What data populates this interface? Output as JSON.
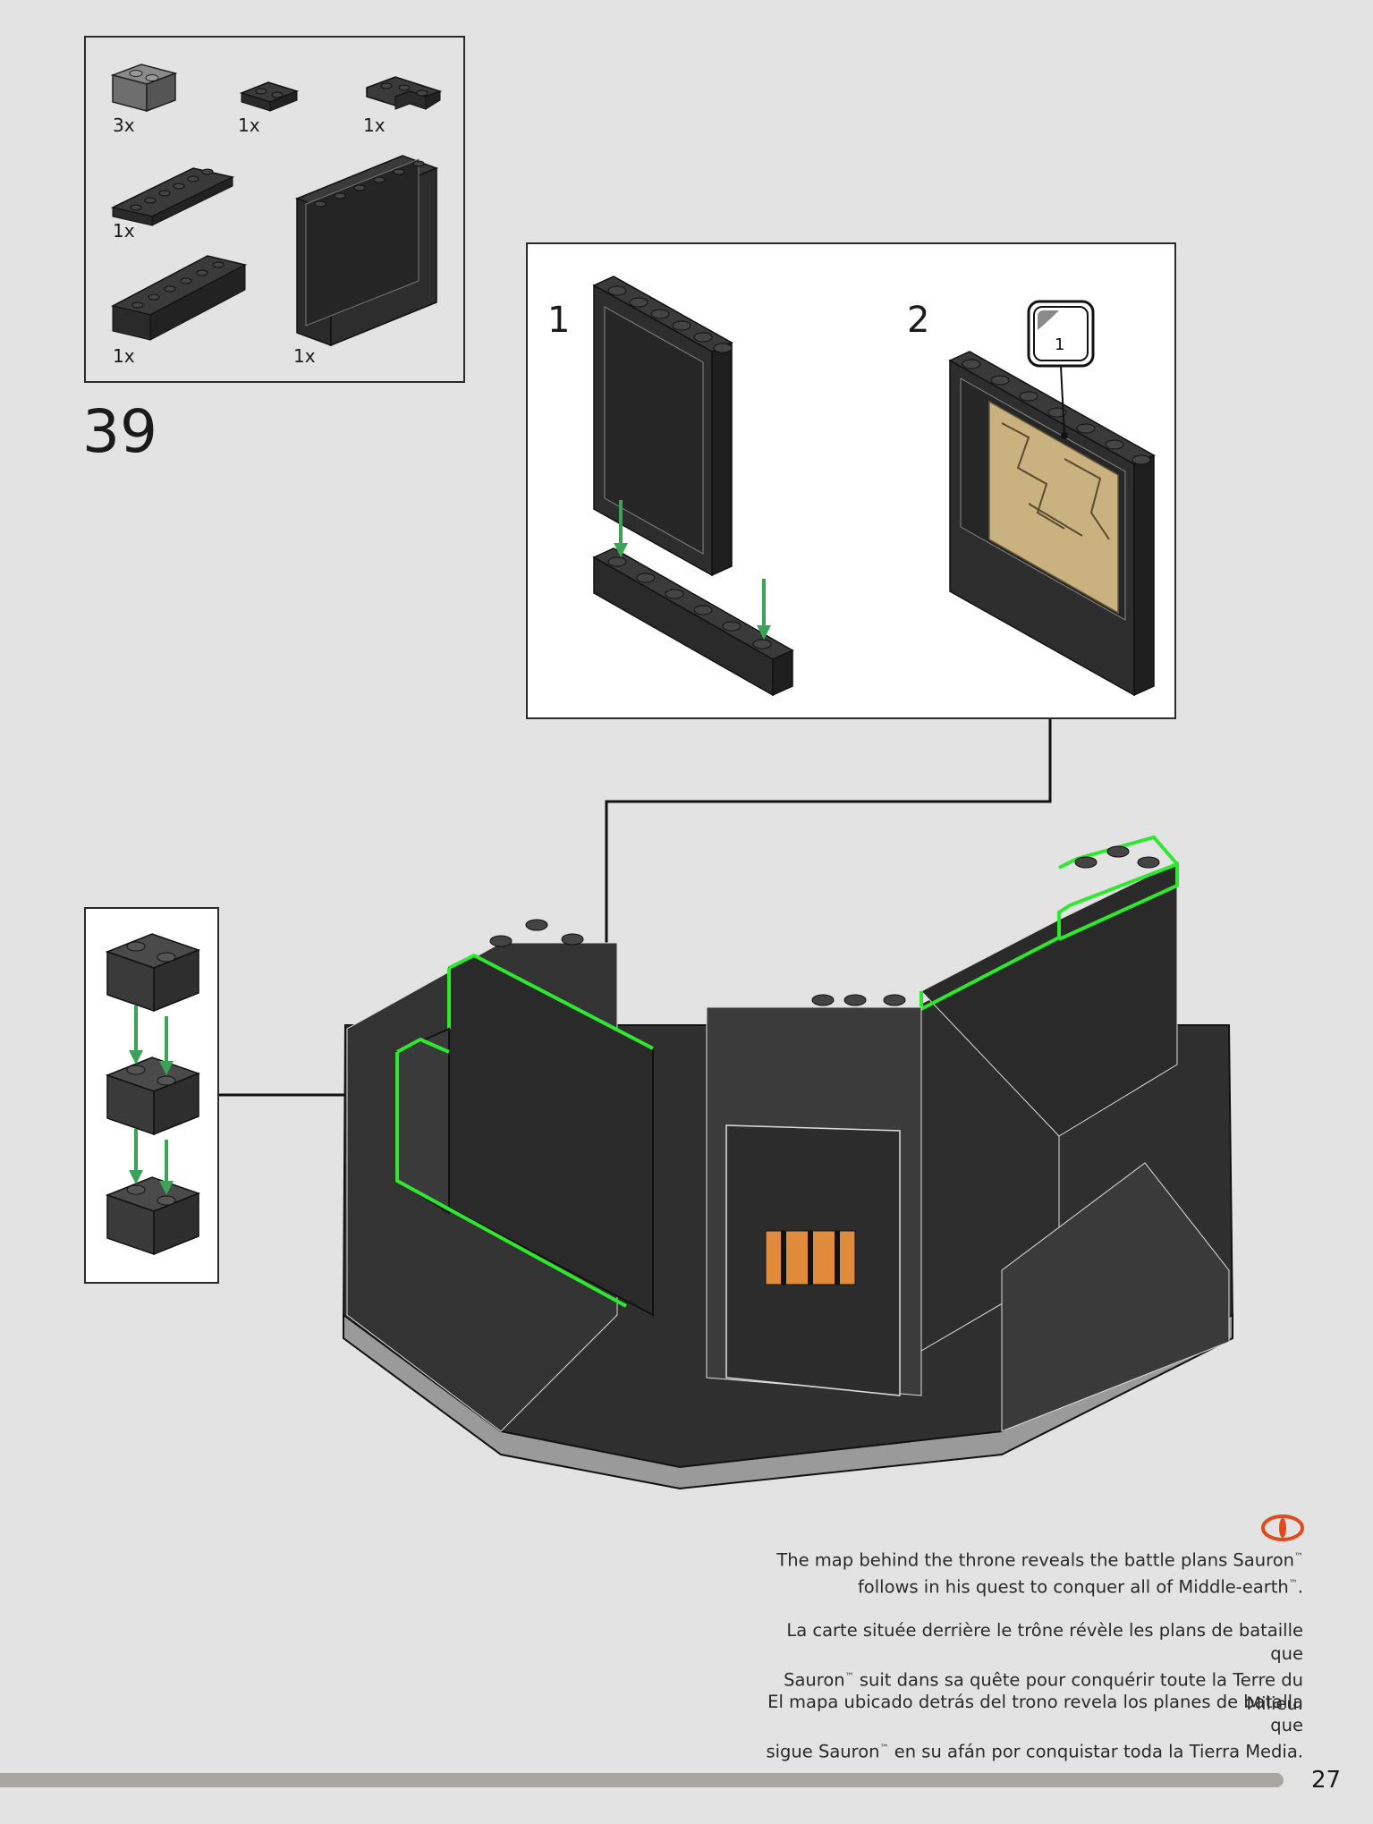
{
  "parts_list": {
    "quantities": [
      "3x",
      "1x",
      "1x",
      "1x",
      "1x",
      "1x"
    ]
  },
  "step": {
    "number": "39",
    "sub_steps": [
      "1",
      "2"
    ],
    "sticker_number": "1"
  },
  "fact": {
    "english": {
      "line1": "The map behind the throne reveals the battle plans Sauron",
      "line2": "follows in his quest to conquer all of Middle-earth",
      "line2_end": "."
    },
    "french": {
      "line1": "La carte située derrière le trône révèle les plans de bataille que",
      "line2_start": "Sauron",
      "line2": " suit dans sa quête pour conquérir toute la Terre du Milieu."
    },
    "spanish": {
      "line1": "El mapa ubicado detrás del trono revela los planes de batalla que",
      "line2_start": "sigue Sauron",
      "line2": " en su afán por conquistar toda la Tierra Media."
    },
    "trademark": "™"
  },
  "page_number": "27",
  "colors": {
    "background": "#e3e3e3",
    "brick_dark": "#2f2f2f",
    "brick_light": "#6b6b6b",
    "highlight": "#2ee82e",
    "arrow_green": "#3aa357",
    "eye_icon": "#e04a1c",
    "progress": "#a9a6a2"
  }
}
